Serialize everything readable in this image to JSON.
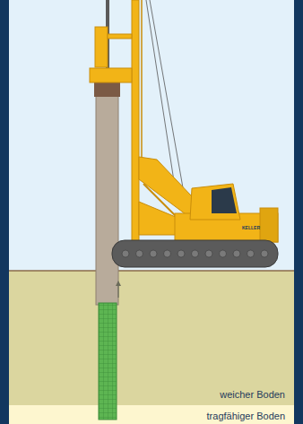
{
  "diagram": {
    "nodes": [
      {
        "text": [
          "weicher Boden"
        ]
      },
      {
        "text": [
          "tragfähiger Boden"
        ]
      }
    ],
    "labels": [
      "KELLER"
    ]
  }
}
